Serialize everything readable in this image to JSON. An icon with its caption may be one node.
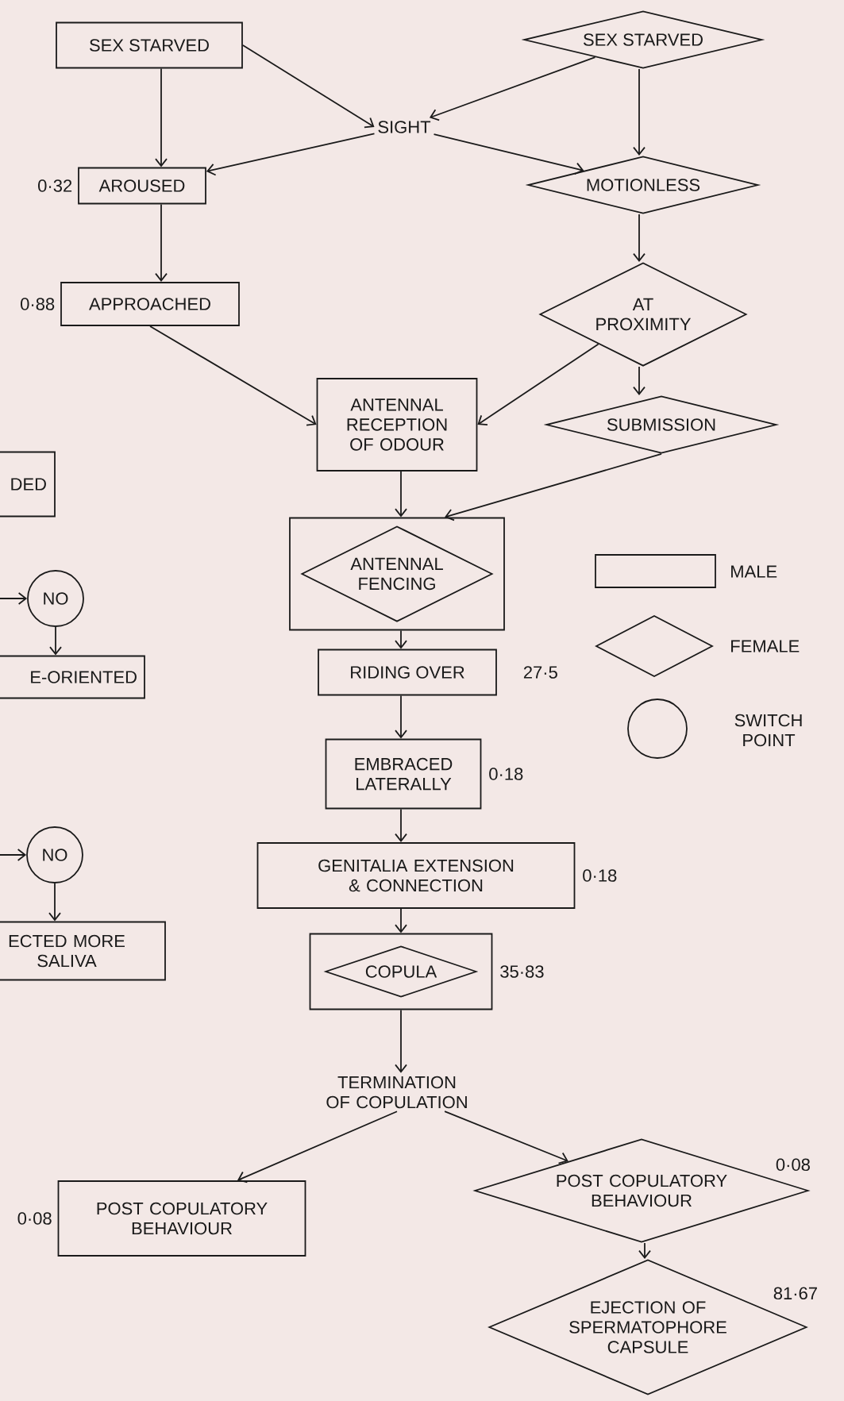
{
  "diagram": {
    "nodes": [
      {
        "text": [
          "SEX STARVED"
        ]
      },
      {
        "text": [
          "SEX STARVED"
        ]
      },
      {
        "text": [
          "SIGHT"
        ]
      },
      {
        "text": [
          "AROUSED"
        ],
        "beside": [
          "0·32"
        ]
      },
      {
        "text": [
          "MOTIONLESS"
        ]
      },
      {
        "text": [
          "APPROACHED"
        ],
        "beside": [
          "0·88"
        ]
      },
      {
        "text": [
          "AT PROXIMITY"
        ]
      },
      {
        "text": [
          "ANTENNAL RECEPTION OF ODOUR"
        ]
      },
      {
        "text": [
          "SUBMISSION"
        ]
      },
      {
        "text": [
          "DED"
        ]
      },
      {
        "text": [],
        "shape": "box"
      },
      {
        "text": [
          "ANTENNAL FENCING"
        ],
        "in": 10
      },
      {
        "text": [
          "NO"
        ]
      },
      {
        "text": [
          "E-ORIENTED"
        ]
      },
      {
        "text": [
          "RIDING OVER"
        ],
        "beside": [
          "27·5"
        ]
      },
      {
        "text": [
          "EMBRACED LATERALLY"
        ],
        "beside": [
          "0·18"
        ]
      },
      {
        "text": [
          "NO"
        ]
      },
      {
        "text": [
          "ECTED MORE SALIVA"
        ]
      },
      {
        "text": [
          "GENITALIA EXTENSION & CONNECTION"
        ],
        "beside": [
          "0·18"
        ]
      },
      {
        "text": [],
        "shape": "box",
        "beside": [
          "35·83"
        ]
      },
      {
        "text": [
          "COPULA"
        ],
        "in": 19
      },
      {
        "text": [
          "TERMINATION OF COPULATION"
        ]
      },
      {
        "text": [
          "POST COPULATORY BEHAVIOUR"
        ],
        "beside": [
          "0·08"
        ]
      },
      {
        "text": [
          "POST COPULATORY BEHAVIOUR"
        ],
        "beside": [
          "0·08"
        ]
      },
      {
        "text": [
          "EJECTION OF SPERMATOPHORE CAPSULE"
        ],
        "beside": [
          "81·67"
        ]
      }
    ],
    "edges": [
      {
        "from": 0,
        "to": 2,
        "arrow": "to"
      },
      {
        "from": 1,
        "to": 2,
        "arrow": "to"
      },
      {
        "from": 1,
        "to": 4,
        "arrow": "to"
      },
      {
        "from": 2,
        "to": 3,
        "arrow": "to"
      },
      {
        "from": 2,
        "to": 4,
        "arrow": "to"
      },
      {
        "from": 3,
        "to": 5,
        "arrow": "to"
      },
      {
        "from": 4,
        "to": 6,
        "arrow": "to"
      },
      {
        "from": 5,
        "to": 7,
        "arrow": "to"
      },
      {
        "from": 6,
        "to": 7,
        "arrow": "to"
      },
      {
        "from": 6,
        "to": 8,
        "arrow": "to"
      },
      {
        "from": 8,
        "to": 10,
        "arrow": "to"
      },
      {
        "from": 7,
        "to": 10,
        "arrow": "to"
      },
      {
        "from": 10,
        "to": 14,
        "arrow": "to"
      },
      {
        "from": 14,
        "to": 15,
        "arrow": "to"
      },
      {
        "from": 15,
        "to": 18,
        "arrow": "to"
      },
      {
        "from": 18,
        "to": 19,
        "arrow": "to"
      },
      {
        "from": 19,
        "to": 21,
        "arrow": "to"
      },
      {
        "from": 21,
        "to": 22,
        "arrow": "to"
      },
      {
        "from": 21,
        "to": 23,
        "arrow": "to"
      },
      {
        "from": 23,
        "to": 24,
        "arrow": "to"
      },
      {
        "from": null,
        "to": 12,
        "arrow": "to"
      },
      {
        "from": 12,
        "to": 13,
        "arrow": "to"
      },
      {
        "from": null,
        "to": 16,
        "arrow": "to"
      },
      {
        "from": 16,
        "to": 17,
        "arrow": "to"
      },
      {
        "from": 0,
        "to": 3,
        "arrow": "to"
      }
    ],
    "legend": [
      {
        "text": "MALE"
      },
      {
        "text": "FEMALE"
      },
      {
        "text": "SWITCH POINT"
      }
    ]
  }
}
